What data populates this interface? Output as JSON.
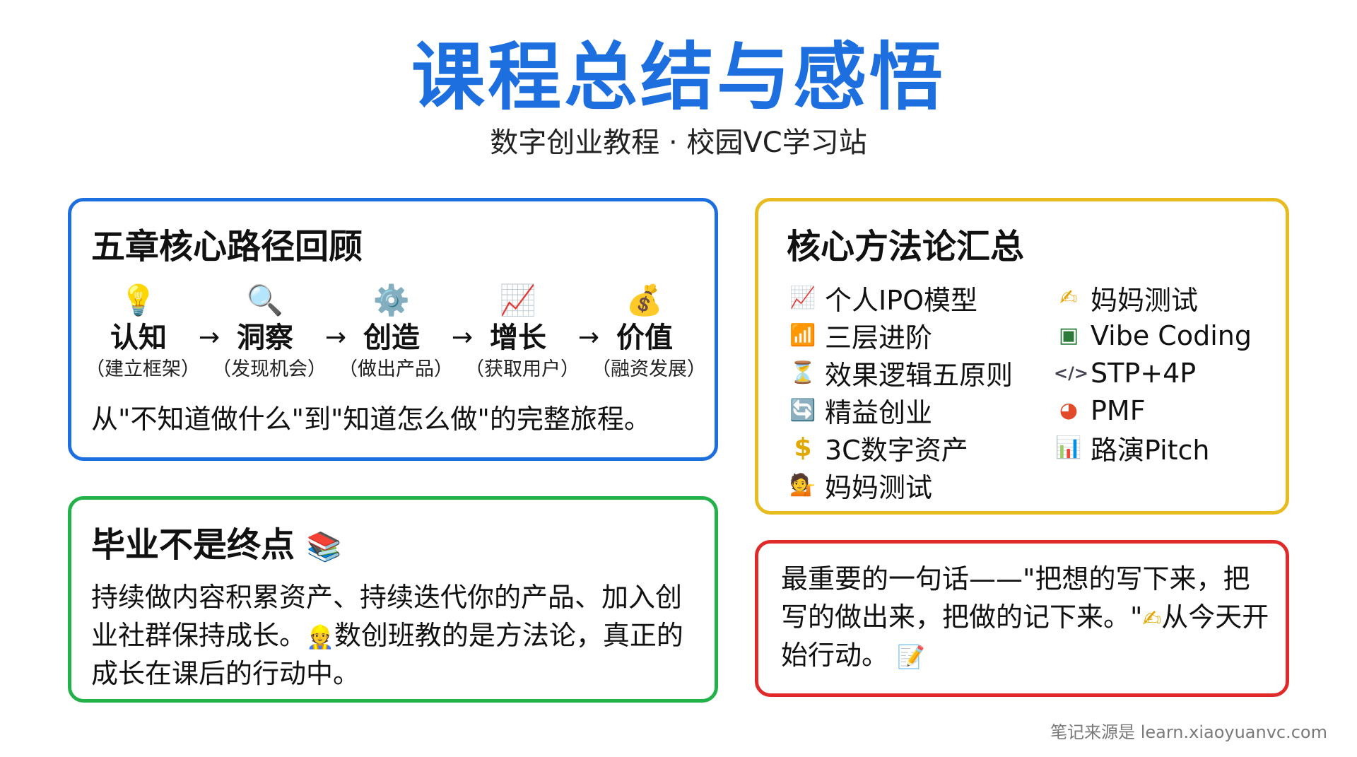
{
  "header": {
    "title": "课程总结与感悟",
    "subtitle": "数字创业教程 · 校园VC学习站"
  },
  "path_card": {
    "title": "五章核心路径回顾",
    "steps": [
      {
        "icon": "💡",
        "icon_name": "lightbulb-icon",
        "name": "认知",
        "sub": "（建立框架）"
      },
      {
        "icon": "🔍",
        "icon_name": "magnifier-icon",
        "name": "洞察",
        "sub": "（发现机会）"
      },
      {
        "icon": "⚙️",
        "icon_name": "gear-icon",
        "name": "创造",
        "sub": "（做出产品）"
      },
      {
        "icon": "📈",
        "icon_name": "chart-up-icon",
        "name": "增长",
        "sub": "（获取用户）"
      },
      {
        "icon": "💰",
        "icon_name": "coins-icon",
        "name": "价值",
        "sub": "（融资发展）"
      }
    ],
    "arrow": "→",
    "summary": "从\"不知道做什么\"到\"知道怎么做\"的完整旅程。"
  },
  "methods_card": {
    "title": "核心方法论汇总",
    "left": [
      {
        "icon": "📈",
        "icon_name": "chart-up-icon",
        "label": "个人IPO模型"
      },
      {
        "icon": "📶",
        "icon_name": "stairs-icon",
        "label": "三层进阶"
      },
      {
        "icon": "⏳",
        "icon_name": "hourglass-icon",
        "label": "效果逻辑五原则"
      },
      {
        "icon": "🔄",
        "icon_name": "cycle-icon",
        "label": "精益创业"
      },
      {
        "icon": "$",
        "icon_name": "dollar-icon",
        "label": "3C数字资产"
      },
      {
        "icon": "💁",
        "icon_name": "person-icon",
        "label": "妈妈测试"
      }
    ],
    "right": [
      {
        "icon": "✍",
        "icon_name": "writing-hand-icon",
        "label": "妈妈测试"
      },
      {
        "icon": "▣",
        "icon_name": "code-terminal-icon",
        "label": "Vibe Coding"
      },
      {
        "icon": "</>",
        "icon_name": "code-icon",
        "label": "STP+4P"
      },
      {
        "icon": "◕",
        "icon_name": "pie-chart-icon",
        "label": "PMF"
      },
      {
        "icon": "📊",
        "icon_name": "presentation-icon",
        "label": "路演Pitch"
      }
    ]
  },
  "growth_card": {
    "title": "毕业不是终点",
    "title_icon": "📚",
    "body_before_icon": "持续做内容积累资产、持续迭代你的产品、加入创业社群保持成长。",
    "body_icon": "👷",
    "body_after_icon": "数创班教的是方法论，真正的成长在课后的行动中。"
  },
  "quote_card": {
    "body_before_icon": "最重要的一句话——\"把想的写下来，把写的做出来，把做的记下来。\"",
    "icon_1": "✍",
    "body_middle": "从今天开始行动。",
    "icon_2": "📝"
  },
  "footer": {
    "text": "笔记来源是 learn.xiaoyuanvc.com"
  },
  "colors": {
    "title": "#1d6fe0",
    "blue_border": "#1d6fe0",
    "yellow_border": "#e8bc20",
    "green_border": "#23b24a",
    "red_border": "#e02a2a"
  }
}
